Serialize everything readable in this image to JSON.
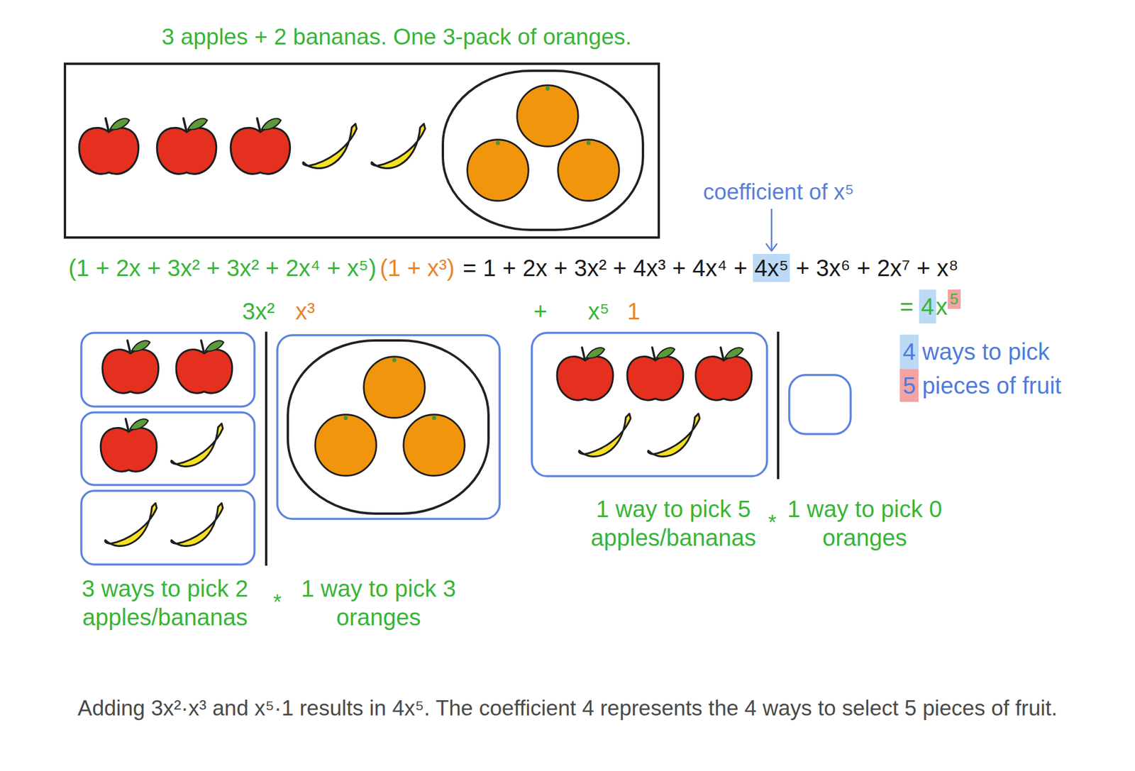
{
  "diagram": {
    "title": "3 apples + 2 bananas. One 3-pack of oranges.",
    "caption": "Adding 3x²·x³ and x⁵·1 results in 4x⁵. The coefficient 4 represents the 4 ways to select 5 pieces of fruit.",
    "labels": [
      "coefficient of x⁵",
      "(1 + 2x + 3x² + 3x² + 2x⁴ + x⁵)",
      "(1 + x³)",
      "= 1 + 2x + 3x² + 4x³ + 4x⁴ +",
      "4x⁵",
      "+ 3x⁶ + 2x⁷ + x⁸",
      "3x²",
      "x³",
      "+",
      "x⁵",
      "1",
      "=",
      "4",
      "x",
      "5",
      "4",
      "ways to pick",
      "5",
      "pieces of fruit",
      "3 ways to pick 2 apples/bananas",
      "*",
      "1 way to pick 3 oranges",
      "1 way to pick 5 apples/bananas",
      "*",
      "1 way to pick 0 oranges"
    ]
  }
}
